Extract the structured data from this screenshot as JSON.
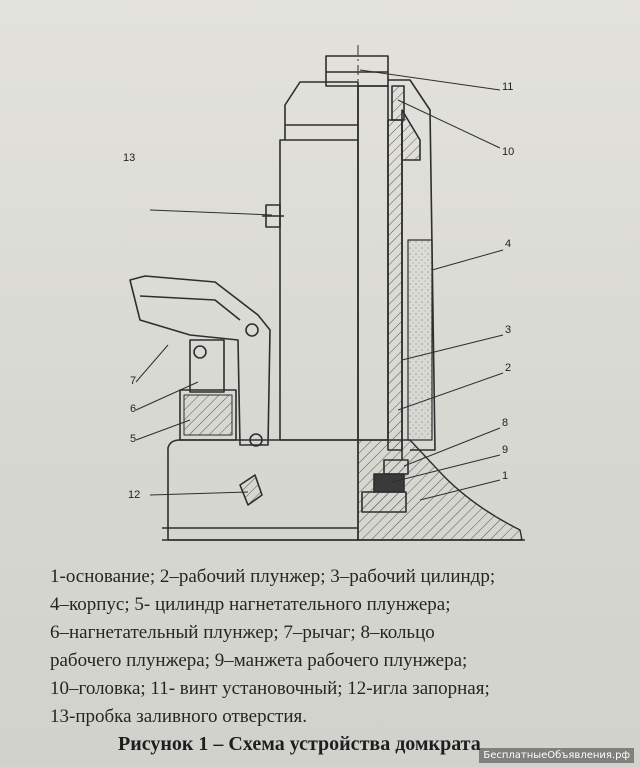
{
  "callouts": [
    "1",
    "2",
    "3",
    "4",
    "5",
    "6",
    "7",
    "8",
    "9",
    "10",
    "11",
    "12",
    "13"
  ],
  "legend": [
    "1-основание; 2–рабочий плунжер; 3–рабочий цилиндр;",
    "4–корпус; 5- цилиндр нагнетательного плунжера;",
    "6–нагнетательный плунжер; 7–рычаг; 8–кольцо",
    "рабочего плунжера; 9–манжета рабочего плунжера;",
    "10–головка; 11- винт установочный; 12-игла запорная;",
    "13-пробка заливного отверстия."
  ],
  "figure_title": "Рисунок 1 – Схема устройства домкрата",
  "watermark": "БесплатныеОбъявления.рф",
  "colors": {
    "line": "#2e2e2e",
    "paper": "#dcdcd6",
    "hatch": "#555555"
  }
}
